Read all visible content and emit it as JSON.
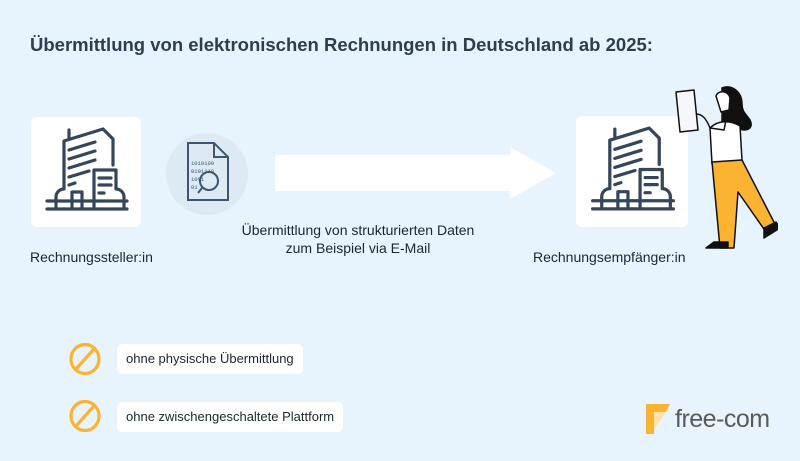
{
  "title": "Übermittlung von elektronischen Rechnungen in Deutschland ab 2025:",
  "sender": {
    "label": "Rechnungssteller:in",
    "icon": "office-building-icon"
  },
  "document_icon": "binary-document-icon",
  "transfer": {
    "line1": "Übermittlung von strukturierten Daten",
    "line2": "zum Beispiel via E-Mail"
  },
  "receiver": {
    "label": "Rechnungsempfänger:in",
    "icon": "office-building-icon"
  },
  "bullets": [
    {
      "icon": "prohibited-icon",
      "label": "ohne physische Übermittlung"
    },
    {
      "icon": "prohibited-icon",
      "label": "ohne zwischengeschaltete Plattform"
    }
  ],
  "logo": {
    "text": "free-com"
  },
  "colors": {
    "background": "#e8f4fd",
    "accent": "#fbb331",
    "icon_stroke": "#35465a"
  }
}
